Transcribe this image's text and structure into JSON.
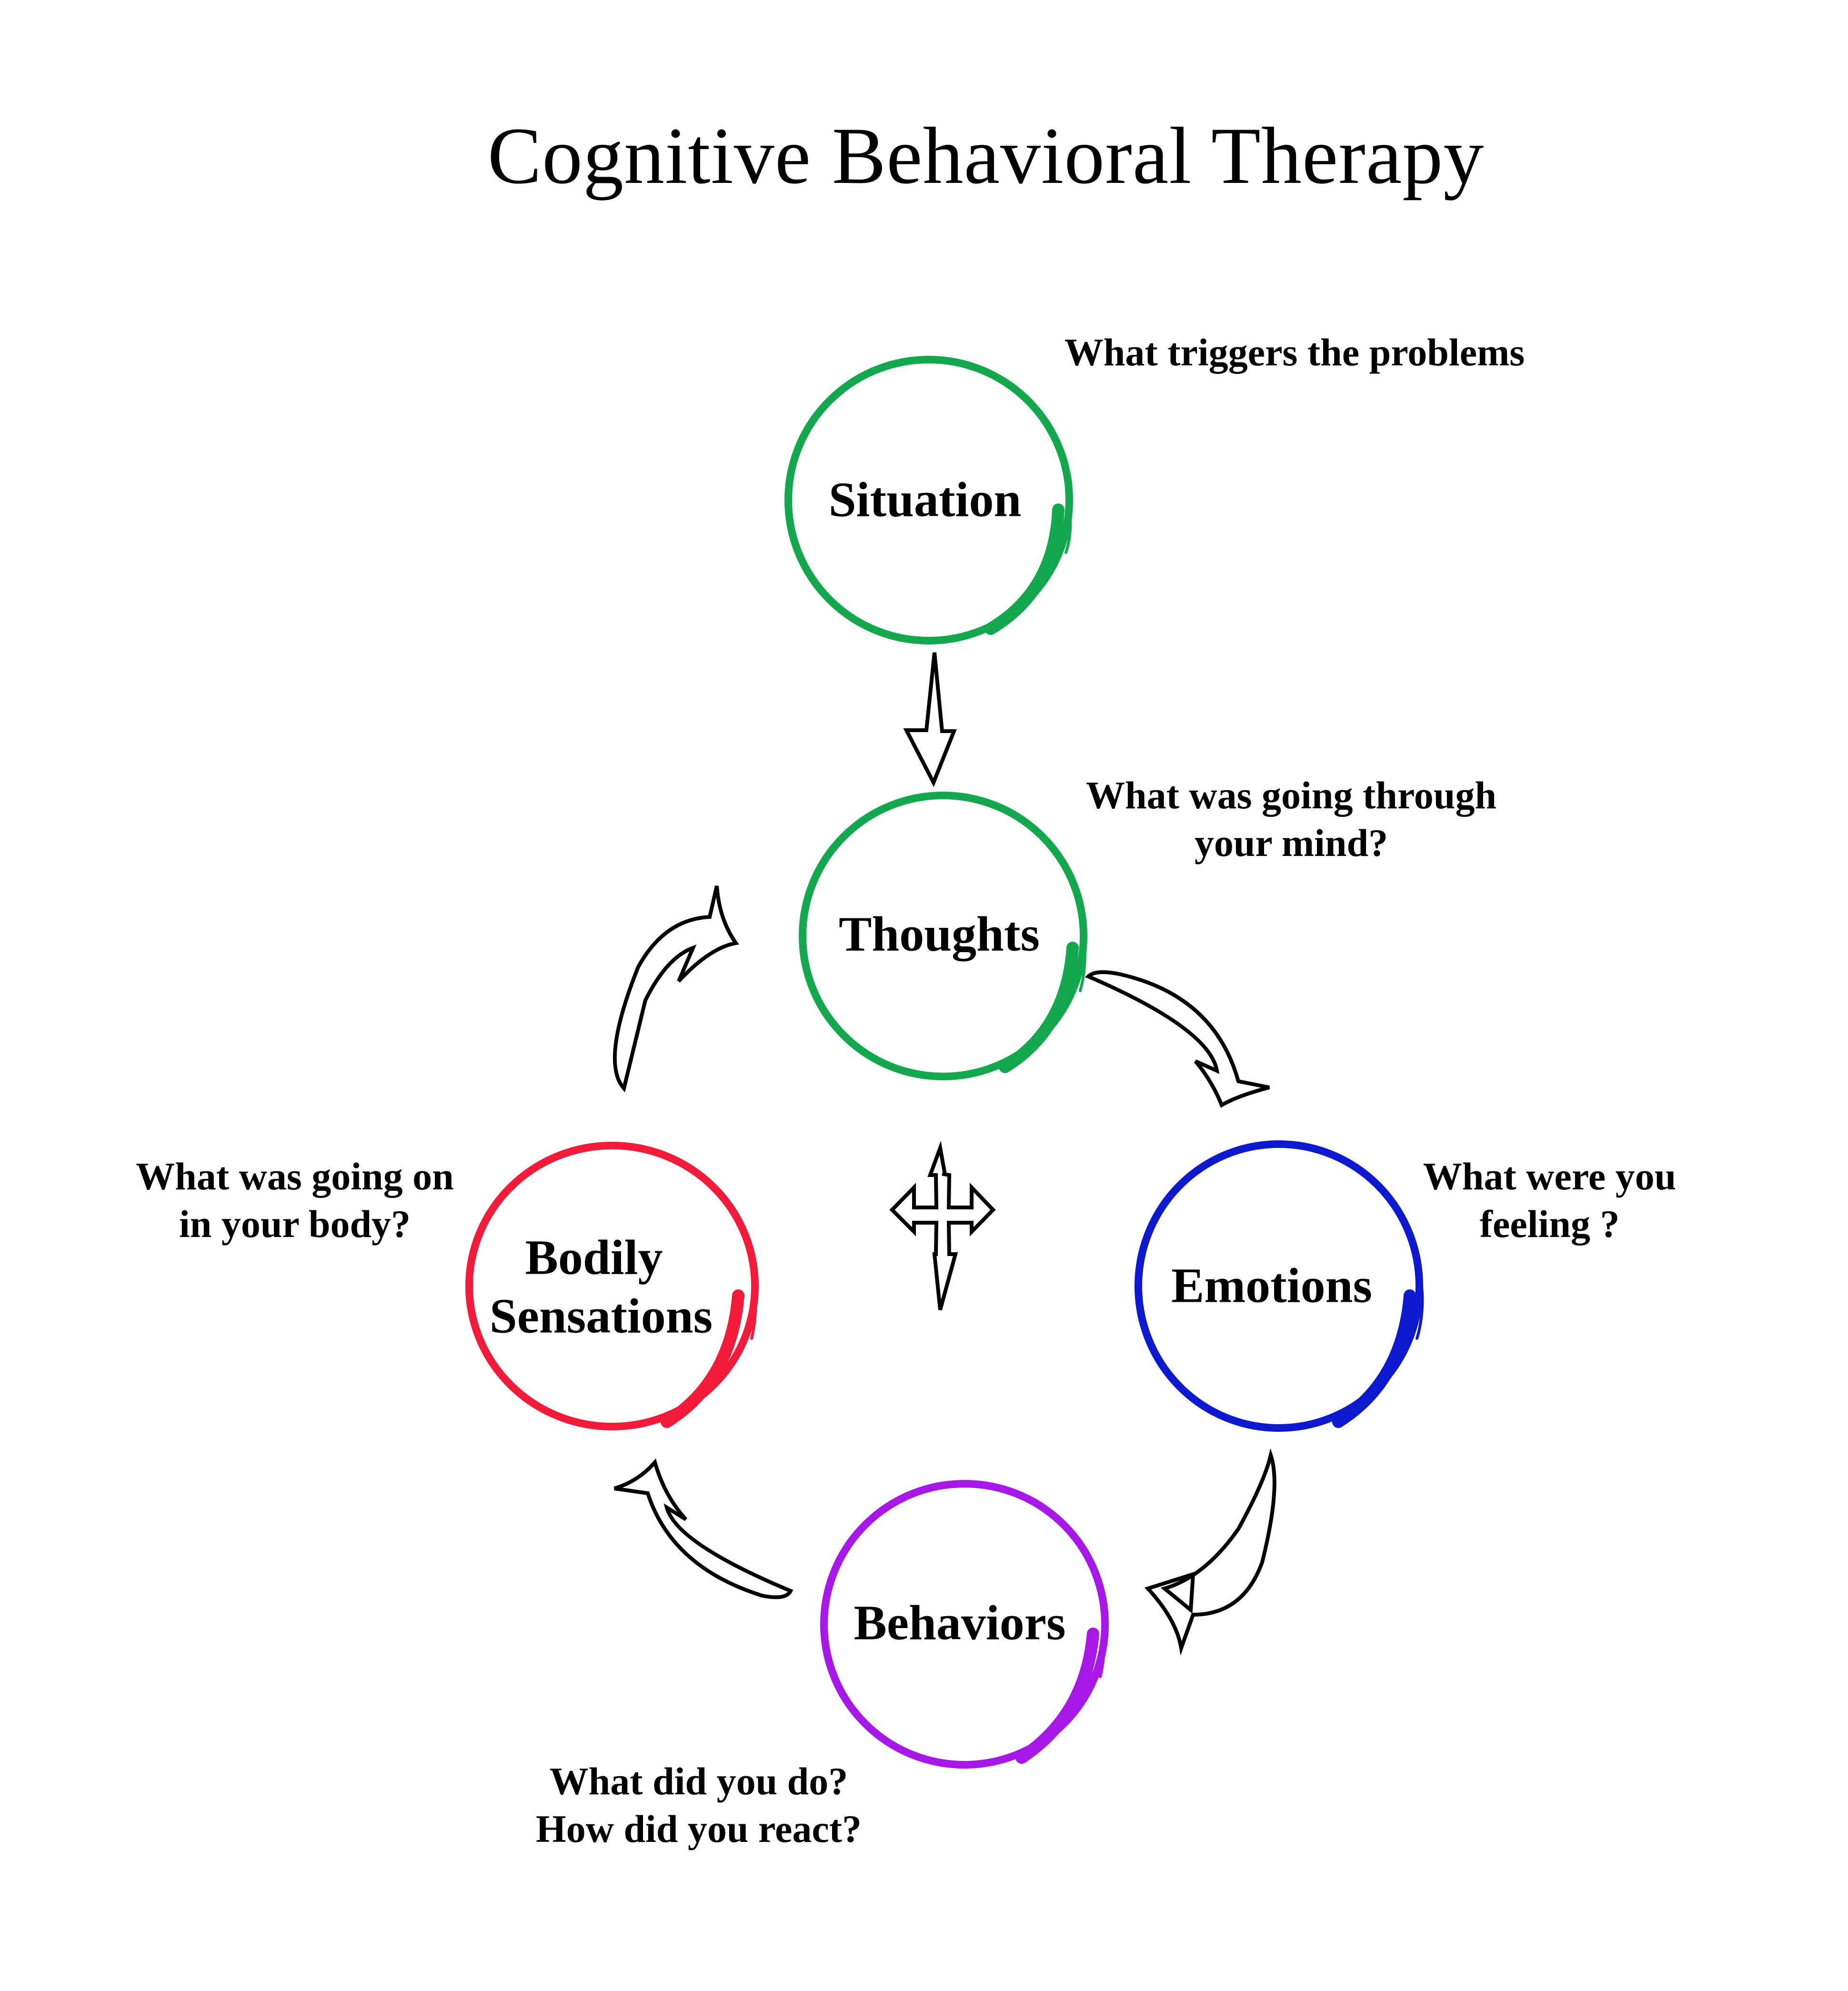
{
  "title": "Cognitive Behavioral Therapy",
  "nodes": [
    {
      "id": "situation",
      "label_lines": [
        "Situation"
      ],
      "color": "#13a84e",
      "question_lines": [
        "What triggers the problems"
      ]
    },
    {
      "id": "thoughts",
      "label_lines": [
        "Thoughts"
      ],
      "color": "#13a84e",
      "question_lines": [
        "What was going through",
        "your mind?"
      ]
    },
    {
      "id": "emotions",
      "label_lines": [
        "Emotions"
      ],
      "color": "#0c19cf",
      "question_lines": [
        "What were you",
        "feeling ?"
      ]
    },
    {
      "id": "behaviors",
      "label_lines": [
        "Behaviors"
      ],
      "color": "#a617e8",
      "question_lines": [
        "What did you do?",
        "How did you react?"
      ]
    },
    {
      "id": "bodily",
      "label_lines": [
        "Bodily",
        "Sensations"
      ],
      "color": "#f21b3a",
      "question_lines": [
        "What was going on",
        "in your body?"
      ]
    }
  ],
  "flow": [
    {
      "from": "Situation",
      "to": "Thoughts",
      "icon": "straight-down-arrow-icon"
    },
    {
      "from": "Thoughts",
      "to": "Emotions",
      "icon": "curved-arrow-icon"
    },
    {
      "from": "Emotions",
      "to": "Behaviors",
      "icon": "curved-arrow-icon"
    },
    {
      "from": "Behaviors",
      "to": "Bodily Sensations",
      "icon": "curved-arrow-icon"
    },
    {
      "from": "Bodily Sensations",
      "to": "Thoughts",
      "icon": "curved-arrow-icon"
    }
  ],
  "center_icon": "four-way-arrow-icon"
}
